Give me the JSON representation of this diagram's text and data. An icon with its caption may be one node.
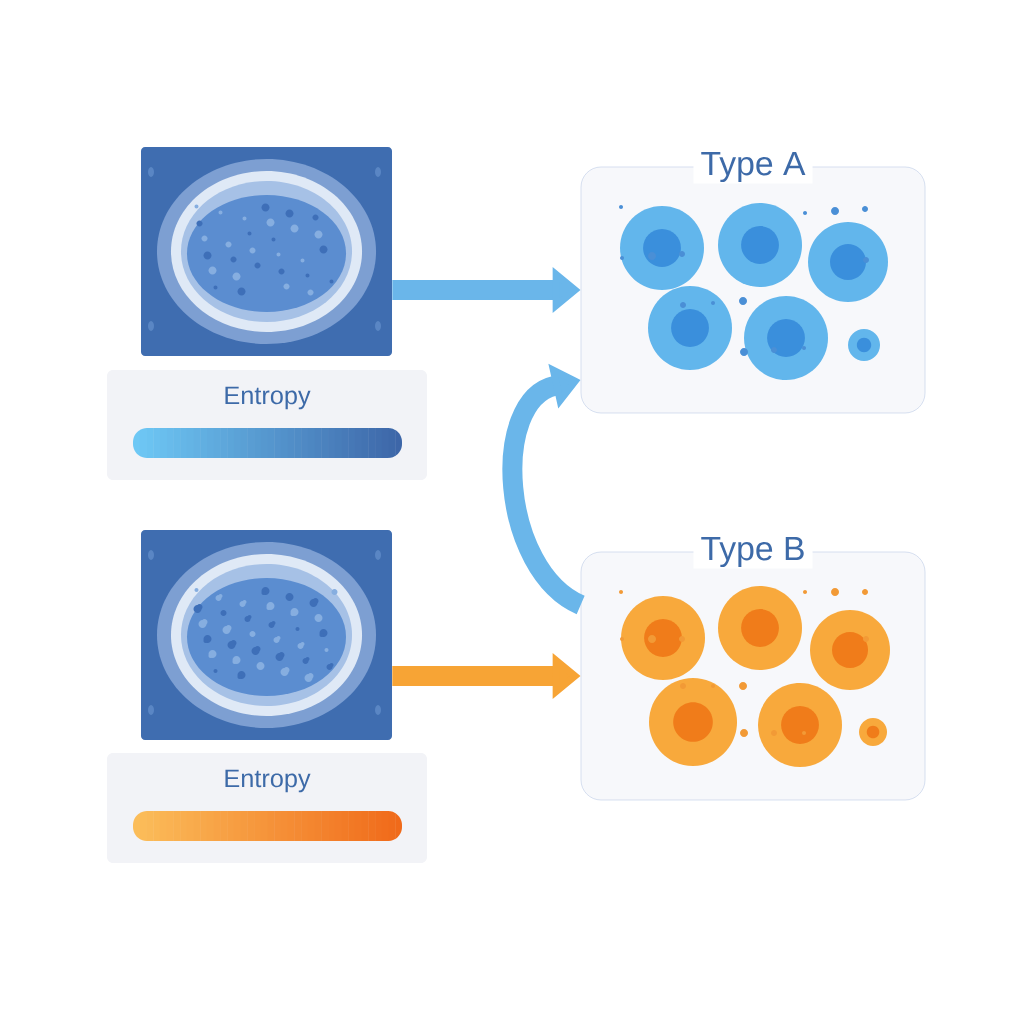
{
  "diagram": {
    "nodes": [
      {
        "text": [],
        "shape": "picture"
      },
      {
        "text": [
          "Entropy"
        ]
      },
      {
        "text": [
          "Type A"
        ]
      },
      {
        "text": [],
        "shape": "picture"
      },
      {
        "text": [
          "Entropy"
        ]
      },
      {
        "text": [
          "Type B"
        ]
      }
    ],
    "edges": [
      {
        "from": 0,
        "to": 2,
        "arrow": "to"
      },
      {
        "from": 3,
        "to": 5,
        "arrow": "to",
        "color": "#f7a435"
      },
      {
        "from": 5,
        "to": 2,
        "arrow": "to"
      }
    ]
  }
}
